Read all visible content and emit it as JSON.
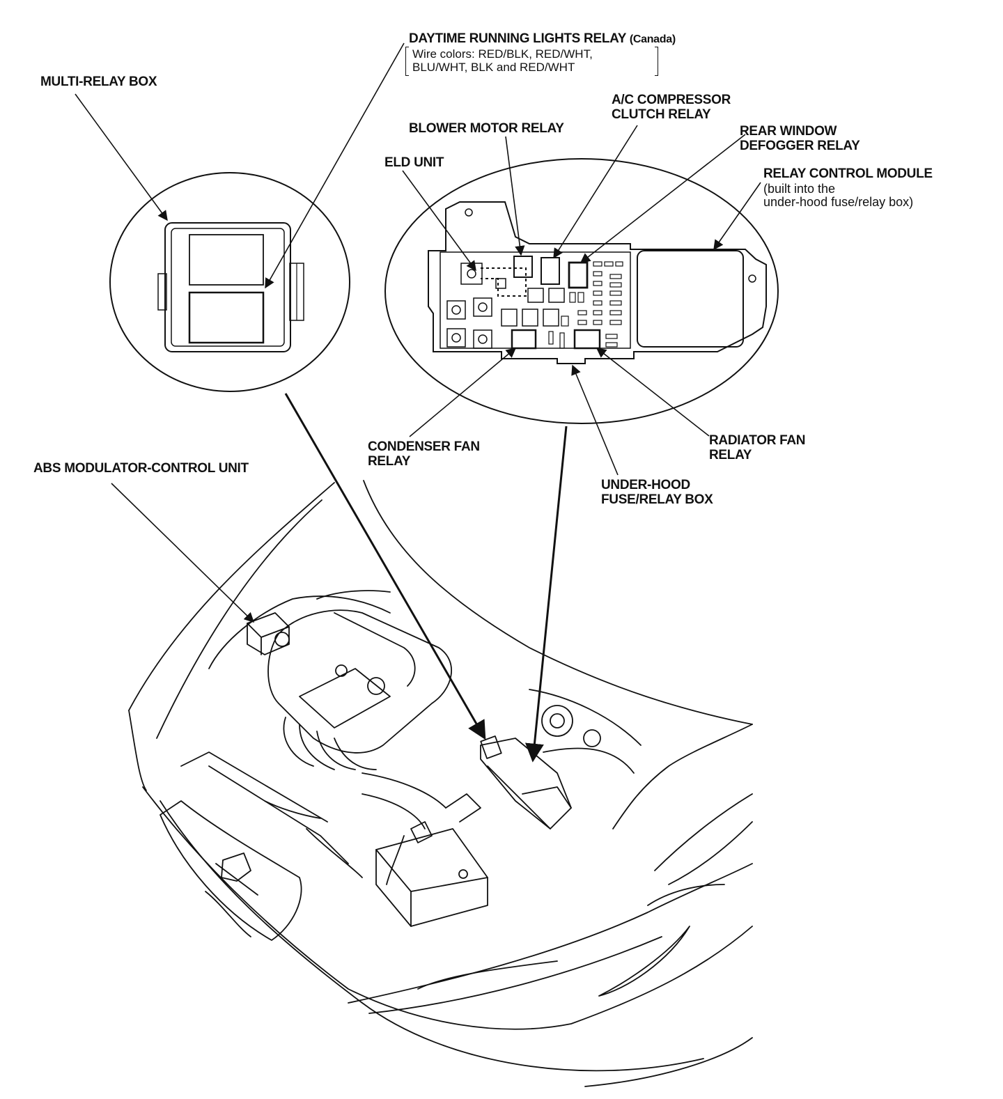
{
  "labels": {
    "drl_relay": {
      "title": "DAYTIME RUNNING LIGHTS RELAY",
      "note": "(Canada)",
      "wire_colors_1": "Wire colors: RED/BLK, RED/WHT,",
      "wire_colors_2": "BLU/WHT, BLK and RED/WHT"
    },
    "multi_relay_box": "MULTI-RELAY BOX",
    "ac_compressor_relay": {
      "line1": "A/C COMPRESSOR",
      "line2": "CLUTCH RELAY"
    },
    "blower_motor_relay": "BLOWER MOTOR RELAY",
    "rear_window_defogger_relay": {
      "line1": "REAR WINDOW",
      "line2": "DEFOGGER RELAY"
    },
    "eld_unit": "ELD UNIT",
    "relay_control_module": {
      "title": "RELAY CONTROL MODULE",
      "note1": "(built into the",
      "note2": "under-hood fuse/relay box)"
    },
    "condenser_fan_relay": {
      "line1": "CONDENSER FAN",
      "line2": "RELAY"
    },
    "radiator_fan_relay": {
      "line1": "RADIATOR FAN",
      "line2": "RELAY"
    },
    "abs_unit": "ABS MODULATOR-CONTROL UNIT",
    "under_hood_box": {
      "line1": "UNDER-HOOD",
      "line2": "FUSE/RELAY BOX"
    }
  }
}
